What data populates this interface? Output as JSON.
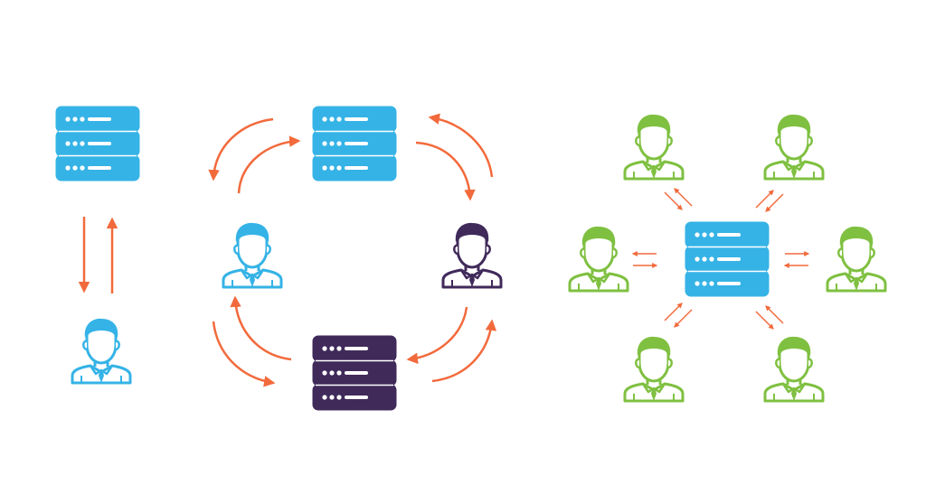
{
  "colors": {
    "background": "#ffffff",
    "blue": "#35b3e6",
    "purple": "#402a5a",
    "green": "#7fc041",
    "arrow": "#f26a3c"
  },
  "icons": {
    "server": "server-icon",
    "user": "user-icon"
  },
  "diagrams": [
    {
      "name": "client-server",
      "server_color": "blue",
      "user_color": "blue"
    },
    {
      "name": "ring-network",
      "server_colors": [
        "blue",
        "purple"
      ],
      "user_colors": [
        "blue",
        "purple"
      ]
    },
    {
      "name": "star-network",
      "hub_color": "blue",
      "node_color": "green",
      "node_count": 6
    }
  ]
}
